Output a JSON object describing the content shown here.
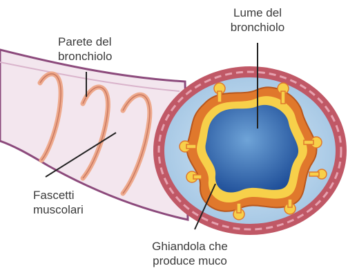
{
  "labels": {
    "wall": {
      "line1": "Parete del",
      "line2": "bronchiolo"
    },
    "lumen": {
      "line1": "Lume del",
      "line2": "bronchiolo"
    },
    "muscle": {
      "line1": "Fascetti",
      "line2": "muscolari"
    },
    "gland": {
      "line1": "Ghiandola che",
      "line2": "produce muco"
    }
  },
  "colors": {
    "tube_fill": "#f3e6ee",
    "tube_outline": "#8c4a7c",
    "muscle_band": "#eea98c",
    "outer_ring": "#c05866",
    "submucosa": "#bcd7ec",
    "epithelium": "#e0782c",
    "mucosa_yellow": "#f7d04a",
    "lumen_dark": "#2a63ac",
    "lumen_light": "#6fa4d8",
    "leader_line": "#222222",
    "label_text": "#3a3a3a"
  }
}
